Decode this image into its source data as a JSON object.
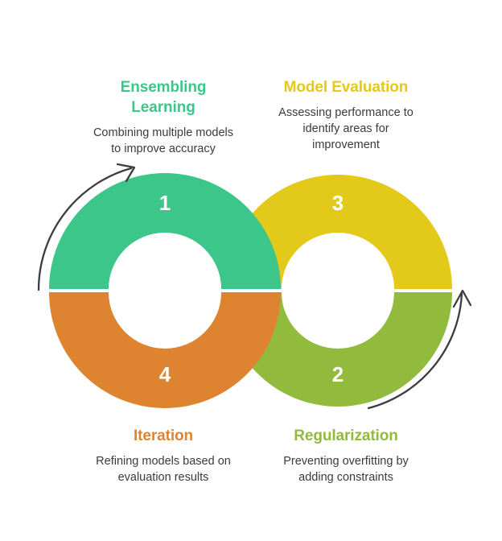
{
  "diagram": {
    "type": "infinity-cycle-donut",
    "background": "#ffffff",
    "segments": [
      {
        "number": "1",
        "title": "Ensembling Learning",
        "title_line1": "Ensembling",
        "title_line2": "Learning",
        "description": "Combining multiple models to improve accuracy",
        "desc_line1": "Combining multiple models",
        "desc_line2": "to improve accuracy",
        "color": "#3DC68A",
        "position": "top-left",
        "ring": "left",
        "half": "top"
      },
      {
        "number": "3",
        "title": "Model Evaluation",
        "title_line1": "Model Evaluation",
        "title_line2": "",
        "description": "Assessing performance to identify areas for improvement",
        "desc_line1": "Assessing performance to",
        "desc_line2": "identify areas for",
        "desc_line3": "improvement",
        "color": "#E3C919",
        "position": "top-right",
        "ring": "right",
        "half": "top"
      },
      {
        "number": "2",
        "title": "Regularization",
        "title_line1": "Regularization",
        "title_line2": "",
        "description": "Preventing overfitting by adding constraints",
        "desc_line1": "Preventing overfitting by",
        "desc_line2": "adding constraints",
        "color": "#92BA3D",
        "position": "bottom-right",
        "ring": "right",
        "half": "bottom"
      },
      {
        "number": "4",
        "title": "Iteration",
        "title_line1": "Iteration",
        "title_line2": "",
        "description": "Refining models based on evaluation results",
        "desc_line1": "Refining models based on",
        "desc_line2": "evaluation results",
        "color": "#DE8431",
        "position": "bottom-left",
        "ring": "left",
        "half": "bottom"
      }
    ],
    "arrows": [
      {
        "name": "left-arrow",
        "direction": "clockwise",
        "color": "#3d3d3d"
      },
      {
        "name": "right-arrow",
        "direction": "counter-clockwise",
        "color": "#3d3d3d"
      }
    ],
    "text_color": "#3b3b3b",
    "number_color": "#ffffff"
  }
}
